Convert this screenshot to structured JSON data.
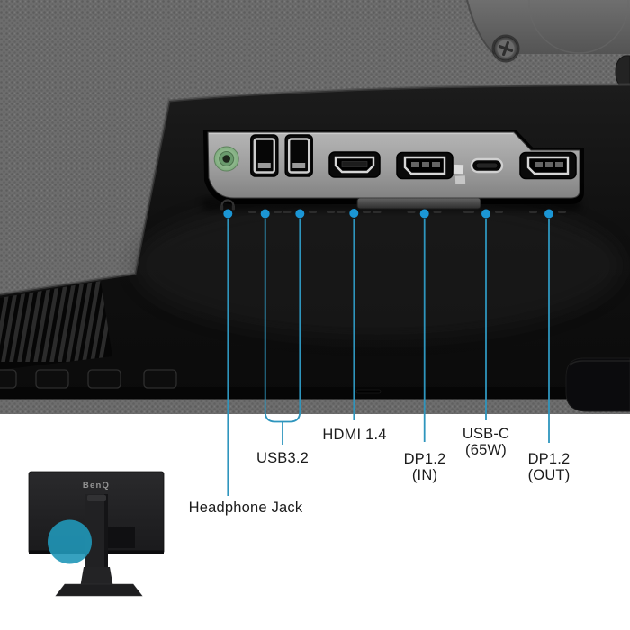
{
  "brand": {
    "logo_text": "BenQ"
  },
  "labels": {
    "headphone": "Headphone Jack",
    "usb": "USB3.2",
    "hdmi": "HDMI 1.4",
    "dp_in_line1": "DP1.2",
    "dp_in_line2": "(IN)",
    "usb_c_line1": "USB-C",
    "usb_c_line2": "(65W)",
    "dp_out_line1": "DP1.2",
    "dp_out_line2": "(OUT)"
  },
  "ports": [
    {
      "name": "headphone-jack",
      "icon": "headphone-jack-icon"
    },
    {
      "name": "usb-a-1",
      "icon": "usb-a-icon"
    },
    {
      "name": "usb-a-2",
      "icon": "usb-a-icon"
    },
    {
      "name": "hdmi",
      "icon": "hdmi-icon"
    },
    {
      "name": "dp-in",
      "icon": "displayport-icon"
    },
    {
      "name": "usb-c",
      "icon": "usb-c-icon"
    },
    {
      "name": "dp-out",
      "icon": "displayport-icon"
    }
  ],
  "colors": {
    "callout_line": "#2e95bd",
    "callout_dot": "#1b96d5",
    "highlight_circle": "#2097b8",
    "audio_jack_green": "#8fbe8f",
    "panel_silver": "#a5a5a5",
    "background": "#ffffff"
  }
}
